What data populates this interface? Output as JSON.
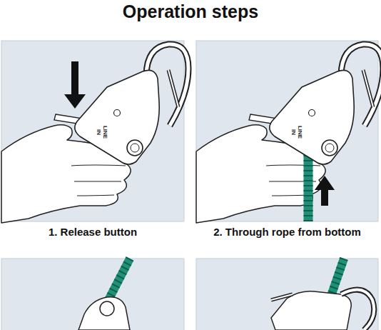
{
  "diagram": {
    "title": "Operation steps",
    "nodes": [
      {
        "text": [
          "1. Release button"
        ]
      },
      {
        "text": [
          "2. Through rope from bottom"
        ]
      }
    ],
    "labels": [
      "LINE IN",
      "LINE IN"
    ]
  }
}
